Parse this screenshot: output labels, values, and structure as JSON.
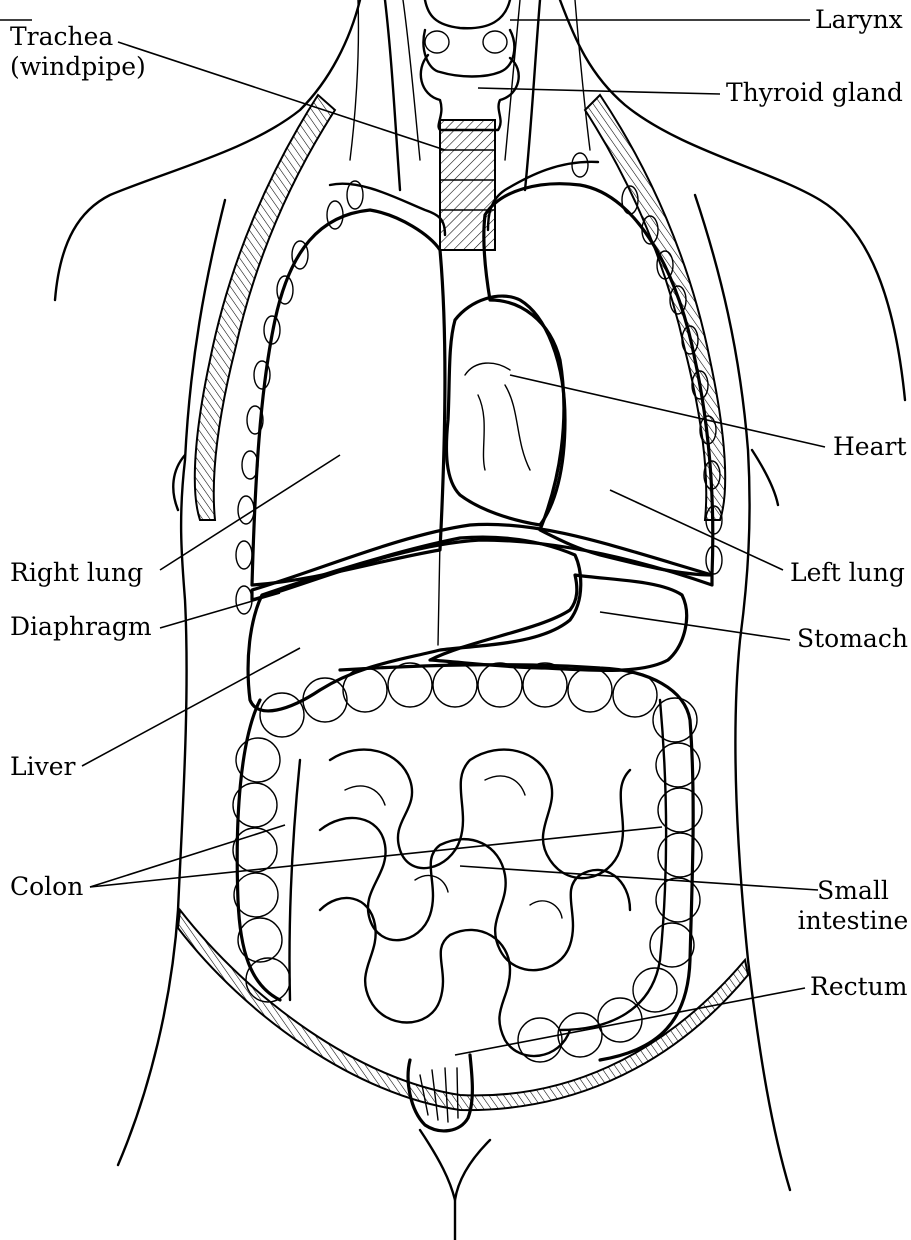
{
  "labels": {
    "trachea_line1": "Trachea",
    "trachea_line2": "(windpipe)",
    "larynx": "Larynx",
    "thyroid": "Thyroid gland",
    "heart": "Heart",
    "right_lung": "Right lung",
    "left_lung": "Left lung",
    "diaphragm": "Diaphragm",
    "stomach": "Stomach",
    "liver": "Liver",
    "colon": "Colon",
    "small_intestine_line1": "Small",
    "small_intestine_line2": "intestine",
    "rectum": "Rectum"
  }
}
